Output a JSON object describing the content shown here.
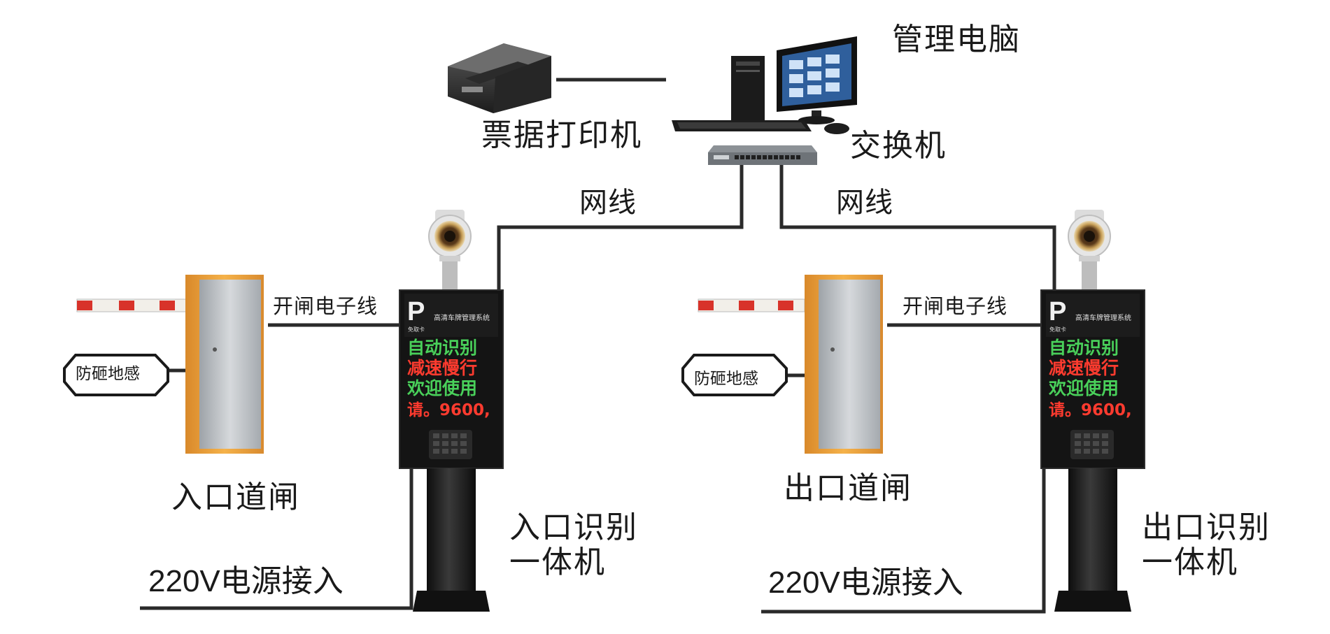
{
  "labels": {
    "pc": "管理电脑",
    "printer": "票据打印机",
    "switch": "交换机",
    "net_left": "网线",
    "net_right": "网线"
  },
  "entry": {
    "barrier_label": "入口道闸",
    "cable_label": "开闸电子线",
    "sensor_label": "防砸地感",
    "unit_label_line1": "入口识别",
    "unit_label_line2": "一体机",
    "power_label": "220V电源接入",
    "panel": {
      "parking_letter": "P",
      "card_text": "免取卡",
      "header": "高清车牌管理系统",
      "line1": "自动识别",
      "line2": "减速慢行",
      "line3": "欢迎使用",
      "line4": "请。9600,"
    }
  },
  "exit": {
    "barrier_label": "出口道闸",
    "cable_label": "开闸电子线",
    "sensor_label": "防砸地感",
    "unit_label_line1": "出口识别",
    "unit_label_line2": "一体机",
    "power_label": "220V电源接入",
    "panel": {
      "parking_letter": "P",
      "card_text": "免取卡",
      "header": "高清车牌管理系统",
      "line1": "自动识别",
      "line2": "减速慢行",
      "line3": "欢迎使用",
      "line4": "请。9600,"
    }
  },
  "colors": {
    "line": "#2a2a2a",
    "barrier_cabinet": "#f2a93b",
    "barrier_door": "#b8bcc0",
    "led_green": "#49d05a",
    "led_red": "#ff3b2f",
    "panel_bg": "#141414",
    "boom_red": "#d8332a"
  }
}
